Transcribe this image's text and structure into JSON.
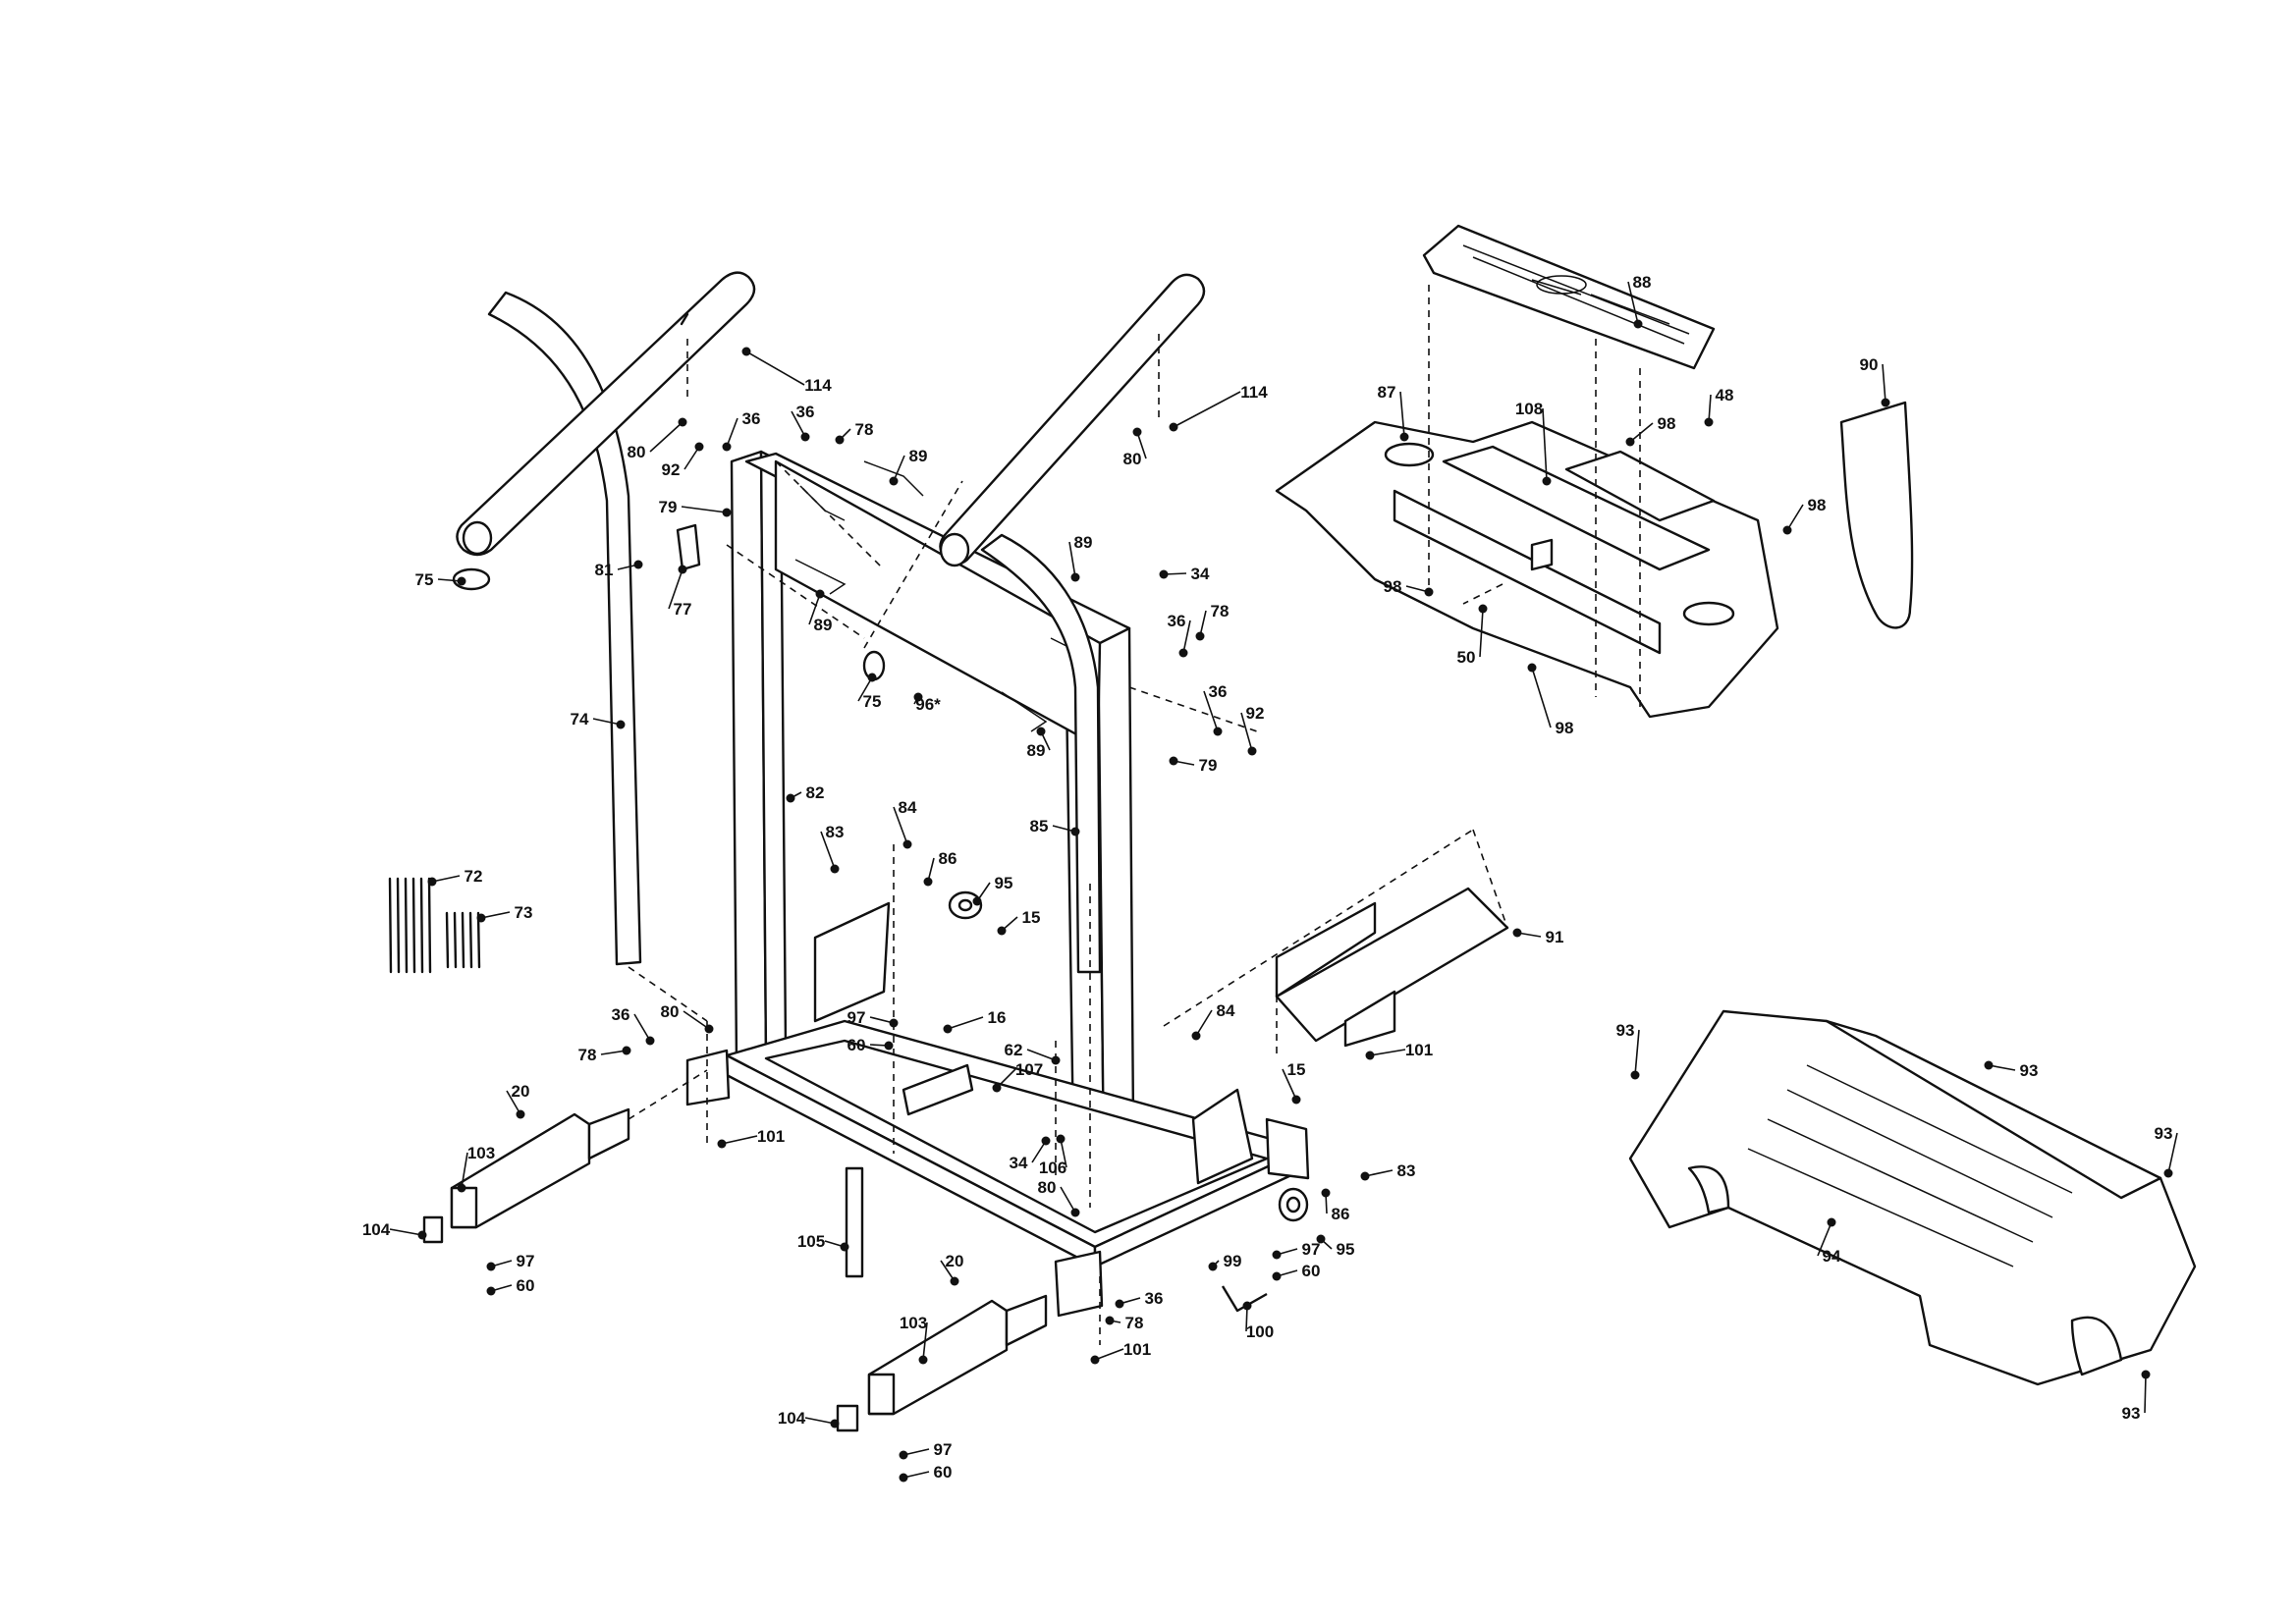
{
  "colors": {
    "ink": "#111111",
    "paper": "#ffffff"
  },
  "callouts": [
    {
      "n": "114"
    },
    {
      "n": "114"
    },
    {
      "n": "36"
    },
    {
      "n": "36"
    },
    {
      "n": "78"
    },
    {
      "n": "80"
    },
    {
      "n": "92"
    },
    {
      "n": "80"
    },
    {
      "n": "89"
    },
    {
      "n": "79"
    },
    {
      "n": "81"
    },
    {
      "n": "77"
    },
    {
      "n": "75"
    },
    {
      "n": "89"
    },
    {
      "n": "89"
    },
    {
      "n": "75"
    },
    {
      "n": "96*"
    },
    {
      "n": "34"
    },
    {
      "n": "78"
    },
    {
      "n": "36"
    },
    {
      "n": "36"
    },
    {
      "n": "92"
    },
    {
      "n": "79"
    },
    {
      "n": "89"
    },
    {
      "n": "74"
    },
    {
      "n": "82"
    },
    {
      "n": "85"
    },
    {
      "n": "84"
    },
    {
      "n": "83"
    },
    {
      "n": "86"
    },
    {
      "n": "95"
    },
    {
      "n": "15"
    },
    {
      "n": "72"
    },
    {
      "n": "73"
    },
    {
      "n": "36"
    },
    {
      "n": "80"
    },
    {
      "n": "78"
    },
    {
      "n": "97"
    },
    {
      "n": "16"
    },
    {
      "n": "60"
    },
    {
      "n": "62"
    },
    {
      "n": "107"
    },
    {
      "n": "84"
    },
    {
      "n": "101"
    },
    {
      "n": "20"
    },
    {
      "n": "101"
    },
    {
      "n": "103"
    },
    {
      "n": "104"
    },
    {
      "n": "97"
    },
    {
      "n": "60"
    },
    {
      "n": "34"
    },
    {
      "n": "106"
    },
    {
      "n": "80"
    },
    {
      "n": "105"
    },
    {
      "n": "15"
    },
    {
      "n": "83"
    },
    {
      "n": "86"
    },
    {
      "n": "97"
    },
    {
      "n": "95"
    },
    {
      "n": "60"
    },
    {
      "n": "99"
    },
    {
      "n": "20"
    },
    {
      "n": "36"
    },
    {
      "n": "78"
    },
    {
      "n": "101"
    },
    {
      "n": "100"
    },
    {
      "n": "103"
    },
    {
      "n": "104"
    },
    {
      "n": "97"
    },
    {
      "n": "60"
    },
    {
      "n": "88"
    },
    {
      "n": "48"
    },
    {
      "n": "87"
    },
    {
      "n": "108"
    },
    {
      "n": "98"
    },
    {
      "n": "90"
    },
    {
      "n": "98"
    },
    {
      "n": "98"
    },
    {
      "n": "50"
    },
    {
      "n": "98"
    },
    {
      "n": "91"
    },
    {
      "n": "93"
    },
    {
      "n": "93"
    },
    {
      "n": "93"
    },
    {
      "n": "94"
    },
    {
      "n": "93"
    }
  ]
}
